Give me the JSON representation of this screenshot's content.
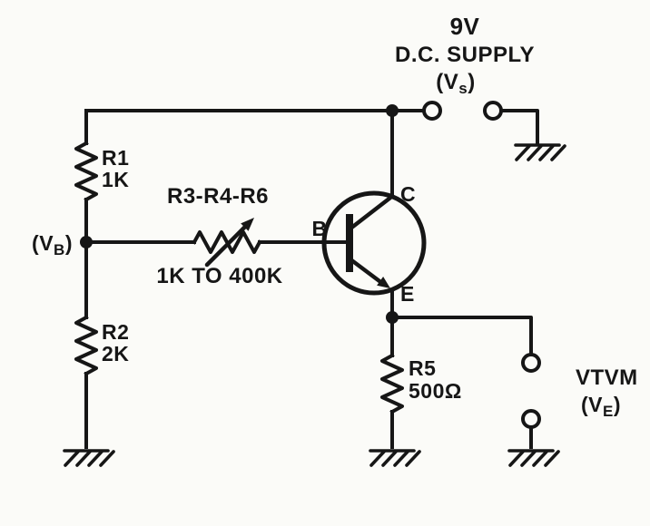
{
  "supply": {
    "voltage": "9V",
    "label": "D.C. SUPPLY",
    "vs": {
      "pre": "(V",
      "sub": "s",
      "post": ")"
    }
  },
  "resistors": {
    "r1": {
      "name": "R1",
      "value": "1K"
    },
    "r2": {
      "name": "R2",
      "value": "2K"
    },
    "r5": {
      "name": "R5",
      "value": "500Ω"
    },
    "variable": {
      "name": "R3-R4-R6",
      "range": "1K TO 400K"
    }
  },
  "transistor": {
    "base": "B",
    "collector": "C",
    "emitter": "E"
  },
  "node_vb": {
    "pre": "(V",
    "sub": "B",
    "post": ")"
  },
  "meter": {
    "name": "VTVM",
    "ve": {
      "pre": "(V",
      "sub": "E",
      "post": ")"
    }
  },
  "colors": {
    "ink": "#161616",
    "paper": "#fbfbf8"
  }
}
